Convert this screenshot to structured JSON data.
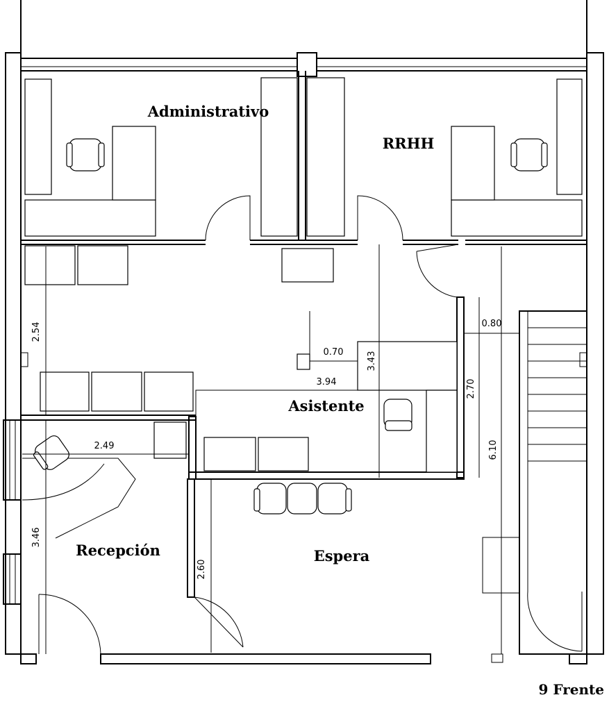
{
  "rooms": {
    "administrativo": "Administrativo",
    "rrhh": "RRHH",
    "asistente": "Asistente",
    "recepcion": "Recepción",
    "espera": "Espera"
  },
  "dimensions": {
    "d254": "2.54",
    "d070": "0.70",
    "d394": "3.94",
    "d343": "3.43",
    "d270": "2.70",
    "d080": "0.80",
    "d610": "6.10",
    "d249": "2.49",
    "d346": "3.46",
    "d260": "2.60"
  },
  "footer": {
    "label": "9 Frente"
  }
}
